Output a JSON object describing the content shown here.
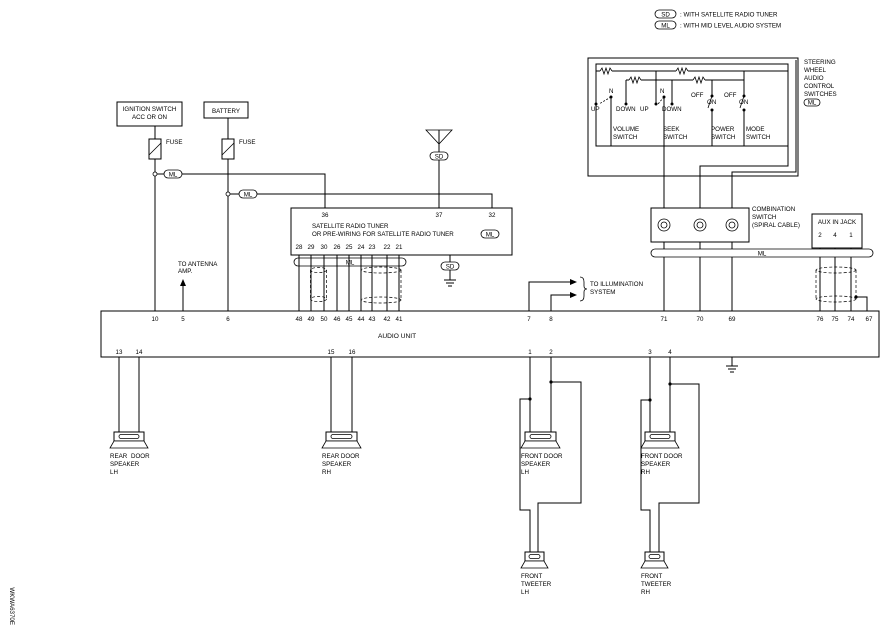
{
  "legend": {
    "sd_tag": "SD",
    "sd_text": ": WITH SATELLITE RADIO TUNER",
    "ml_tag": "ML",
    "ml_text": ": WITH MID LEVEL AUDIO SYSTEM"
  },
  "tags": {
    "ml": "ML",
    "sd": "SD"
  },
  "ignition": {
    "line1": "IGNITION SWITCH",
    "line2": "ACC OR ON",
    "fuse": "FUSE"
  },
  "battery": {
    "label": "BATTERY",
    "fuse": "FUSE"
  },
  "antenna_amp": {
    "line1": "TO ANTENNA",
    "line2": "AMP."
  },
  "illumination": {
    "line1": "TO ILLUMINATION",
    "line2": "SYSTEM"
  },
  "tuner": {
    "line1": "SATELLITE RADIO TUNER",
    "line2": "OR PRE-WIRING FOR SATELLITE RADIO TUNER",
    "top_pins": [
      "36",
      "37",
      "32"
    ],
    "bottom_pins": [
      "28",
      "29",
      "30",
      "26",
      "25",
      "24",
      "23",
      "22",
      "21"
    ]
  },
  "steering": {
    "title": [
      "STEERING",
      "WHEEL",
      "AUDIO",
      "CONTROL",
      "SWITCHES"
    ],
    "up1": "UP",
    "down1": "DOWN",
    "n1": "N",
    "up2": "UP",
    "down2": "DOWN",
    "n2": "N",
    "off1": "OFF",
    "on1": "ON",
    "off2": "OFF",
    "on2": "ON",
    "volume": [
      "VOLUME",
      "SWITCH"
    ],
    "seek": [
      "SEEK",
      "SWITCH"
    ],
    "power": [
      "POWER",
      "SWITCH"
    ],
    "mode": [
      "MODE",
      "SWITCH"
    ]
  },
  "combination": {
    "line1": "COMBINATION",
    "line2": "SWITCH",
    "line3": "(SPIRAL CABLE)"
  },
  "aux": {
    "label": "AUX IN JACK",
    "pins": [
      "2",
      "4",
      "1"
    ]
  },
  "audio_unit": {
    "label": "AUDIO UNIT",
    "top_pins": [
      "10",
      "5",
      "6",
      "48",
      "49",
      "50",
      "46",
      "45",
      "44",
      "43",
      "42",
      "41",
      "7",
      "8",
      "71",
      "70",
      "69",
      "76",
      "75",
      "74",
      "67"
    ],
    "bottom_pins": [
      "13",
      "14",
      "15",
      "16",
      "1",
      "2",
      "3",
      "4"
    ]
  },
  "speakers": {
    "rear_lh": [
      "REAR",
      "DOOR",
      "SPEAKER",
      "LH"
    ],
    "rear_rh": [
      "REAR DOOR",
      "SPEAKER",
      "RH"
    ],
    "front_lh": [
      "FRONT DOOR",
      "SPEAKER",
      "LH"
    ],
    "front_rh": [
      "FRONT DOOR",
      "SPEAKER",
      "RH"
    ],
    "tweeter_lh": [
      "FRONT",
      "TWEETER",
      "LH"
    ],
    "tweeter_rh": [
      "FRONT",
      "TWEETER",
      "RH"
    ]
  },
  "diagram_id": "WKWA6370E"
}
